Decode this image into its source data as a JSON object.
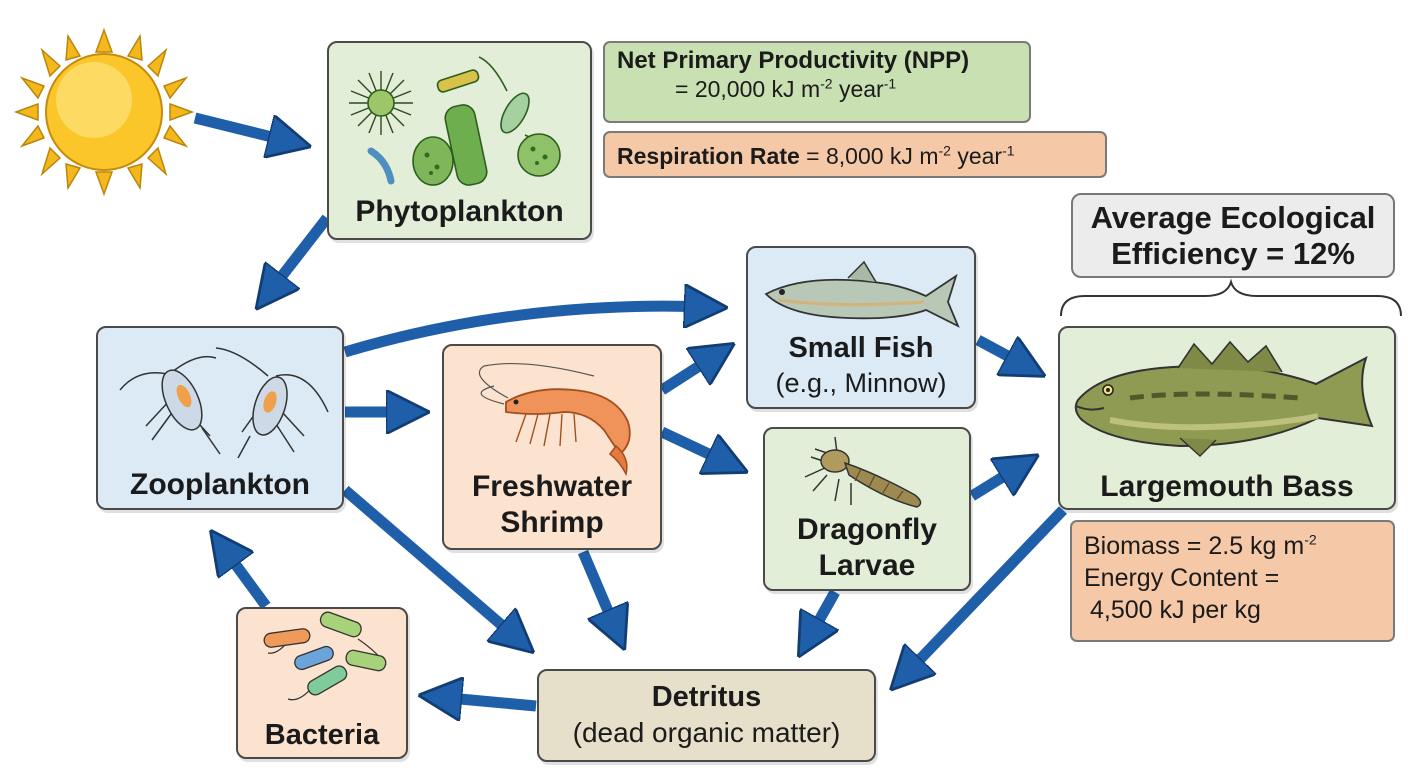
{
  "nodes": {
    "phytoplankton": "Phytoplankton",
    "zooplankton": "Zooplankton",
    "shrimp_line1": "Freshwater",
    "shrimp_line2": "Shrimp",
    "small_fish": "Small Fish",
    "small_fish_example": "(e.g., Minnow)",
    "dragonfly_line1": "Dragonfly",
    "dragonfly_line2": "Larvae",
    "bass": "Largemouth Bass",
    "detritus": "Detritus",
    "detritus_desc": "(dead organic matter)",
    "bacteria": "Bacteria"
  },
  "npp": {
    "label": "Net Primary Productivity (NPP)",
    "value_prefix": "= 20,000 kJ m",
    "value_exp1": "-2",
    "value_mid": " year",
    "value_exp2": "-1"
  },
  "respiration": {
    "label": "Respiration Rate",
    "value_prefix": " = 8,000 kJ m",
    "value_exp1": "-2",
    "value_mid": " year",
    "value_exp2": "-1"
  },
  "efficiency": {
    "line1": "Average Ecological",
    "line2": "Efficiency = 12%"
  },
  "bass_info": {
    "biomass_prefix": "Biomass = 2.5 kg m",
    "biomass_exp": "-2",
    "energy_line1": "Energy Content =",
    "energy_line2": "4,500 kJ per kg"
  },
  "colors": {
    "arrow": "#1f5faa",
    "producer_box": "#e3eed9",
    "consumer_box": "#dceaf6",
    "npp_box": "#c9e0b2",
    "respiration_box": "#f5c9a7",
    "detritus_box": "#e6dfca"
  },
  "icons": {
    "sun": "sun-icon",
    "phytoplankton": "phytoplankton-illustration",
    "zooplankton": "copepod-illustration",
    "shrimp": "shrimp-illustration",
    "small_fish": "minnow-illustration",
    "dragonfly": "dragonfly-larva-illustration",
    "bass": "largemouth-bass-illustration",
    "bacteria": "bacteria-illustration"
  }
}
